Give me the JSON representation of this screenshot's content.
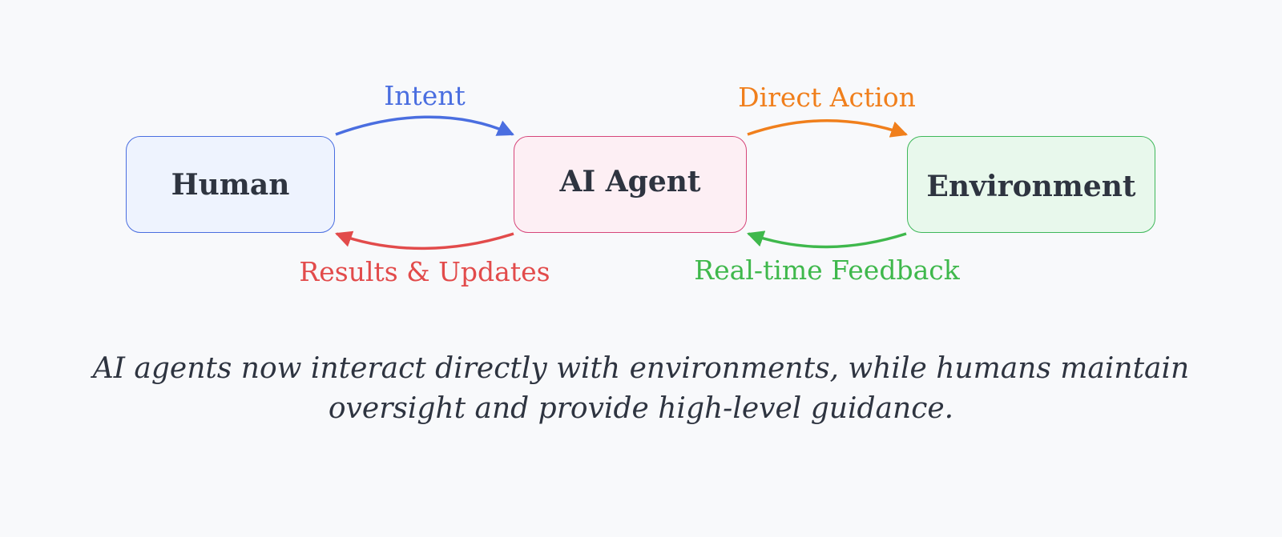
{
  "nodes": {
    "human": {
      "label": "Human",
      "fill": "#eef3fe",
      "stroke": "#4a6ee0"
    },
    "agent": {
      "label": "AI Agent",
      "fill": "#fdeff4",
      "stroke": "#d6467a"
    },
    "environment": {
      "label": "Environment",
      "fill": "#e8f8ec",
      "stroke": "#3fb85a"
    }
  },
  "edges": {
    "intent": {
      "label": "Intent",
      "color": "#4a6ee0"
    },
    "direct_action": {
      "label": "Direct Action",
      "color": "#f07f1c"
    },
    "results": {
      "label": "Results & Updates",
      "color": "#e24b4b"
    },
    "feedback": {
      "label": "Real-time Feedback",
      "color": "#3fb84c"
    }
  },
  "caption": "AI agents now interact directly with environments, while humans maintain oversight and provide high-level guidance."
}
